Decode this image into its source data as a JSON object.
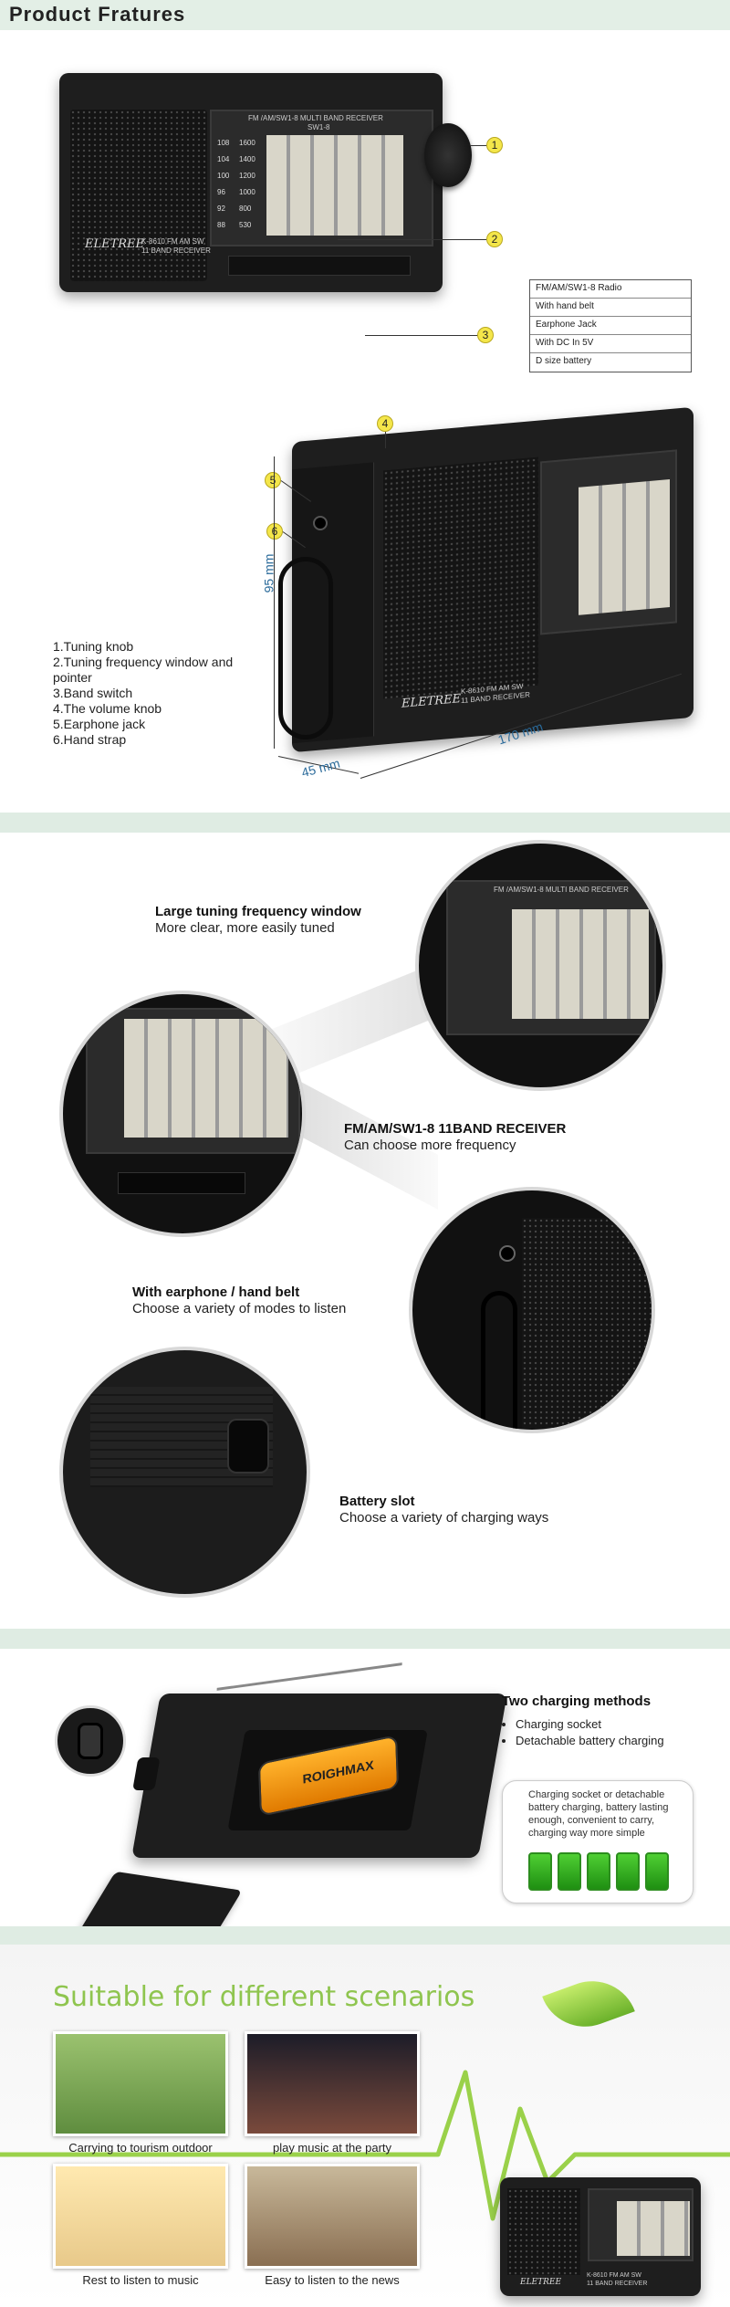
{
  "header": {
    "title": "Product Fratures"
  },
  "radio": {
    "brand": "ELETREE",
    "model": "K-8610 FM AM SW",
    "band_text": "11 BAND RECEIVER",
    "panel_title": "FM /AM/SW1-8 MULTI BAND RECEIVER",
    "panel_sub": "SW1-8",
    "fm_labels": [
      "108",
      "104",
      "100",
      "96",
      "92",
      "88"
    ],
    "am_labels": [
      "1600",
      "1400",
      "1200",
      "1000",
      "800",
      "530"
    ]
  },
  "markers": [
    "1",
    "2",
    "3",
    "4",
    "5",
    "6"
  ],
  "specs": [
    "FM/AM/SW1-8 Radio",
    "With hand belt",
    "Earphone Jack",
    "With DC In 5V",
    "D size battery"
  ],
  "parts": [
    "1.Tuning knob",
    "2.Tuning frequency window and pointer",
    "3.Band switch",
    "4.The volume knob",
    "5.Earphone jack",
    "6.Hand strap"
  ],
  "dimensions": {
    "height": "95 mm",
    "depth": "45 mm",
    "width": "170 mm"
  },
  "features": [
    {
      "title": "Large tuning frequency window",
      "sub": "More clear, more easily tuned"
    },
    {
      "title": "FM/AM/SW1-8 11BAND RECEIVER",
      "sub": "Can choose more frequency"
    },
    {
      "title": "With earphone / hand belt",
      "sub": "Choose a variety of modes to listen"
    },
    {
      "title": "Battery slot",
      "sub": "Choose a variety of charging ways"
    }
  ],
  "charging": {
    "title": "Two charging methods",
    "items": [
      "Charging socket",
      "Detachable battery charging"
    ],
    "note": "Charging socket or detachable battery charging, battery lasting enough, convenient to carry, charging way more simple",
    "battery_brand": "ROIGHMAX"
  },
  "scenarios": {
    "title": "Suitable for different scenarios",
    "captions": [
      "Carrying to tourism outdoor",
      "play music at the party",
      "Rest to listen to music",
      "Easy to listen to the news"
    ]
  },
  "colors": {
    "accent_green": "#8fc54f",
    "band": "#dfece3",
    "marker": "#f4e64a"
  }
}
